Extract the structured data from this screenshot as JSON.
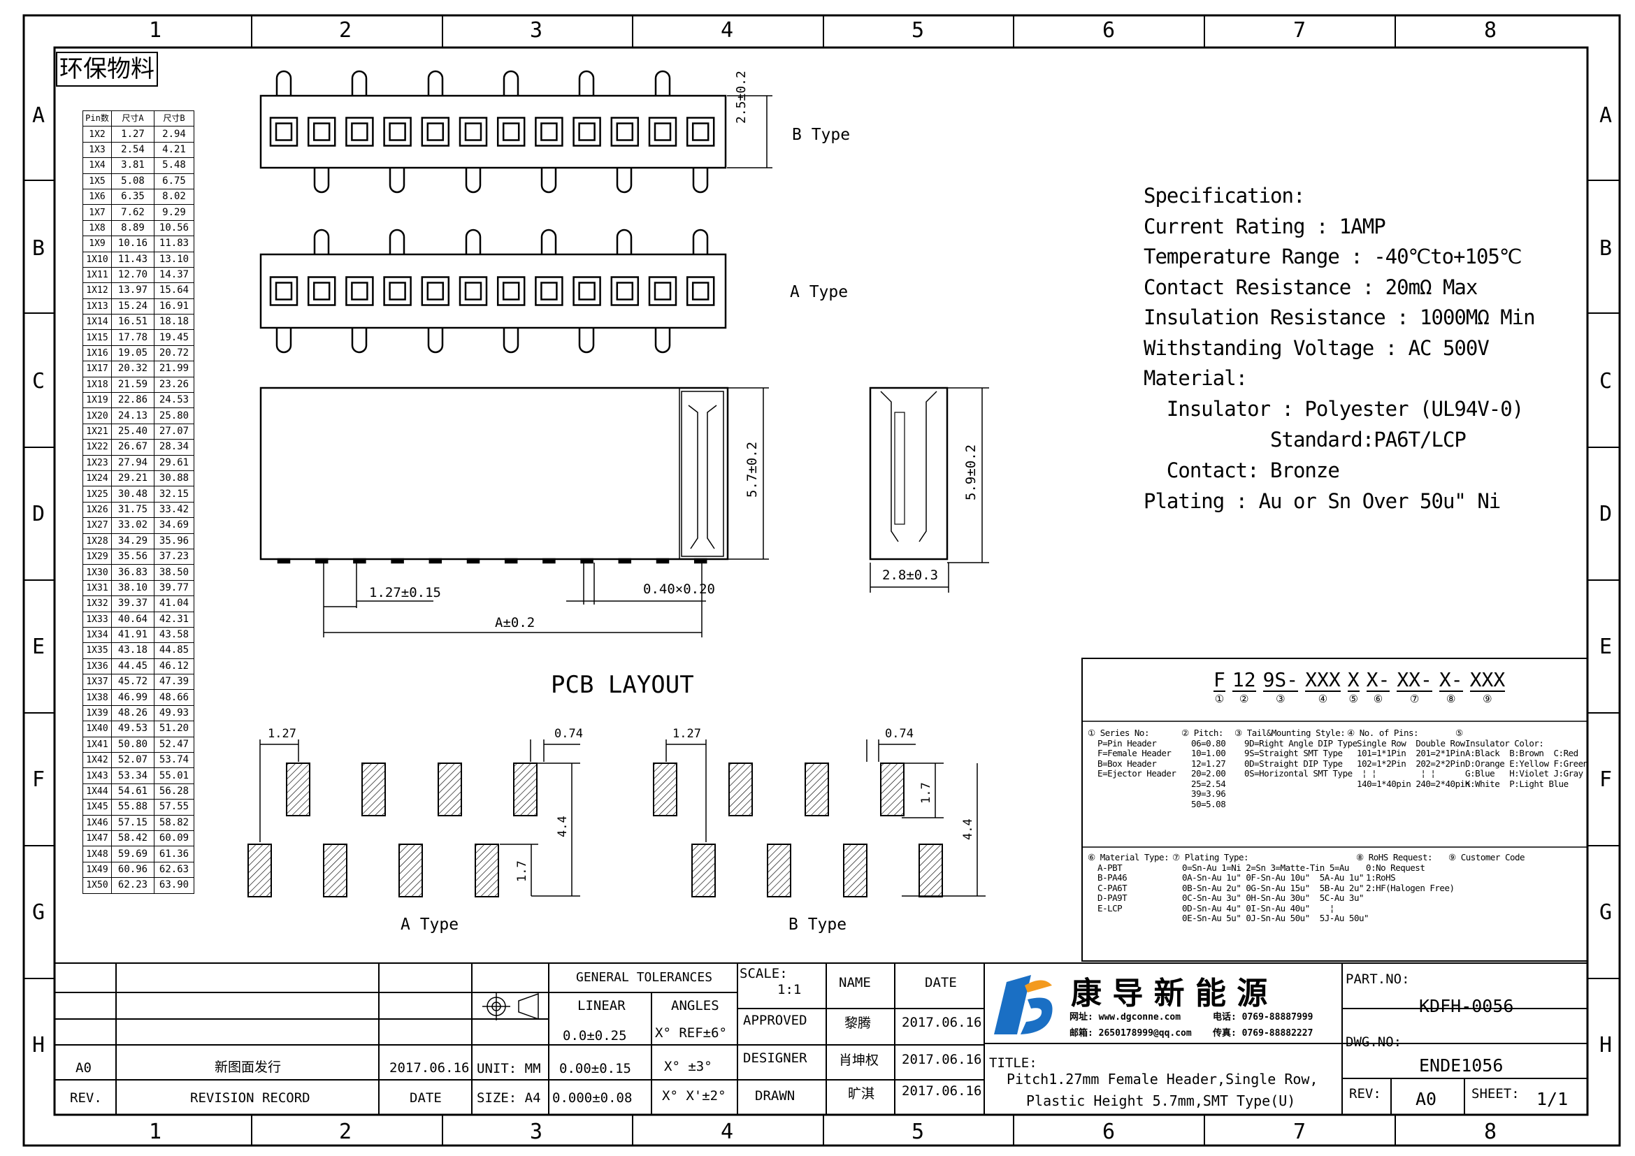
{
  "border": {
    "columns": [
      "1",
      "2",
      "3",
      "4",
      "5",
      "6",
      "7",
      "8"
    ],
    "rows": [
      "A",
      "B",
      "C",
      "D",
      "E",
      "F",
      "G",
      "H"
    ]
  },
  "eco_label": "环保物料",
  "pin_table": {
    "headers": [
      "Pin数",
      "尺寸A",
      "尺寸B"
    ],
    "rows": [
      [
        "1X2",
        "1.27",
        "2.94"
      ],
      [
        "1X3",
        "2.54",
        "4.21"
      ],
      [
        "1X4",
        "3.81",
        "5.48"
      ],
      [
        "1X5",
        "5.08",
        "6.75"
      ],
      [
        "1X6",
        "6.35",
        "8.02"
      ],
      [
        "1X7",
        "7.62",
        "9.29"
      ],
      [
        "1X8",
        "8.89",
        "10.56"
      ],
      [
        "1X9",
        "10.16",
        "11.83"
      ],
      [
        "1X10",
        "11.43",
        "13.10"
      ],
      [
        "1X11",
        "12.70",
        "14.37"
      ],
      [
        "1X12",
        "13.97",
        "15.64"
      ],
      [
        "1X13",
        "15.24",
        "16.91"
      ],
      [
        "1X14",
        "16.51",
        "18.18"
      ],
      [
        "1X15",
        "17.78",
        "19.45"
      ],
      [
        "1X16",
        "19.05",
        "20.72"
      ],
      [
        "1X17",
        "20.32",
        "21.99"
      ],
      [
        "1X18",
        "21.59",
        "23.26"
      ],
      [
        "1X19",
        "22.86",
        "24.53"
      ],
      [
        "1X20",
        "24.13",
        "25.80"
      ],
      [
        "1X21",
        "25.40",
        "27.07"
      ],
      [
        "1X22",
        "26.67",
        "28.34"
      ],
      [
        "1X23",
        "27.94",
        "29.61"
      ],
      [
        "1X24",
        "29.21",
        "30.88"
      ],
      [
        "1X25",
        "30.48",
        "32.15"
      ],
      [
        "1X26",
        "31.75",
        "33.42"
      ],
      [
        "1X27",
        "33.02",
        "34.69"
      ],
      [
        "1X28",
        "34.29",
        "35.96"
      ],
      [
        "1X29",
        "35.56",
        "37.23"
      ],
      [
        "1X30",
        "36.83",
        "38.50"
      ],
      [
        "1X31",
        "38.10",
        "39.77"
      ],
      [
        "1X32",
        "39.37",
        "41.04"
      ],
      [
        "1X33",
        "40.64",
        "42.31"
      ],
      [
        "1X34",
        "41.91",
        "43.58"
      ],
      [
        "1X35",
        "43.18",
        "44.85"
      ],
      [
        "1X36",
        "44.45",
        "46.12"
      ],
      [
        "1X37",
        "45.72",
        "47.39"
      ],
      [
        "1X38",
        "46.99",
        "48.66"
      ],
      [
        "1X39",
        "48.26",
        "49.93"
      ],
      [
        "1X40",
        "49.53",
        "51.20"
      ],
      [
        "1X41",
        "50.80",
        "52.47"
      ],
      [
        "1X42",
        "52.07",
        "53.74"
      ],
      [
        "1X43",
        "53.34",
        "55.01"
      ],
      [
        "1X44",
        "54.61",
        "56.28"
      ],
      [
        "1X45",
        "55.88",
        "57.55"
      ],
      [
        "1X46",
        "57.15",
        "58.82"
      ],
      [
        "1X47",
        "58.42",
        "60.09"
      ],
      [
        "1X48",
        "59.69",
        "61.36"
      ],
      [
        "1X49",
        "60.96",
        "62.63"
      ],
      [
        "1X50",
        "62.23",
        "63.90"
      ]
    ]
  },
  "drawing": {
    "b_type": "B Type",
    "a_type": "A Type",
    "dim_25": "2.5±0.2",
    "dim_57": "5.7±0.2",
    "dim_59": "5.9±0.2",
    "dim_28": "2.8±0.3",
    "dim_pitch": "1.27±0.15",
    "dim_pin": "0.40×0.20",
    "dim_a": "A±0.2",
    "pcb_title": "PCB LAYOUT",
    "pcb_127": "1.27",
    "pcb_074": "0.74",
    "pcb_44": "4.4",
    "pcb_17": "1.7",
    "pcb_a_type": "A Type",
    "pcb_b_type": "B Type"
  },
  "spec": {
    "lines": [
      "Specification:",
      "Current Rating : 1AMP",
      "Temperature Range : -40℃to+105℃",
      "Contact Resistance : 20mΩ Max",
      "Insulation Resistance : 1000MΩ Min",
      "Withstanding Voltage : AC 500V",
      "Material:",
      "  Insulator : Polyester (UL94V-0)",
      "           Standard:PA6T/LCP",
      "  Contact: Bronze",
      "Plating : Au or Sn Over 50u\" Ni"
    ]
  },
  "part_code": {
    "segments": [
      "F",
      "12",
      "9S-",
      "XXX",
      "X",
      "X-",
      "XX-",
      "X-",
      "XXX"
    ],
    "circles": [
      "①",
      "②",
      "③",
      "④",
      "⑤",
      "⑥",
      "⑦",
      "⑧",
      "⑨"
    ],
    "col1": "① Series No:\n  P=Pin Header\n  F=Female Header\n  B=Box Header\n  E=Ejector Header",
    "col2": "② Pitch:\n  06=0.80\n  10=1.00\n  12=1.27\n  20=2.00\n  25=2.54\n  39=3.96\n  50=5.08",
    "col3": "③ Tail&Mounting Style:\n  9D=Right Angle DIP Type\n  9S=Straight SMT Type\n  0D=Straight DIP Type\n  0S=Horizontal SMT Type",
    "col4": "④ No. of Pins:\n  Single Row  Double Row\n  101=1*1Pin  201=2*1Pin\n  102=1*2Pin  202=2*2Pin\n   ¦ ¦         ¦ ¦\n  140=1*40pin 240=2*40pin",
    "col5": "⑤\n  Insulator Color:\n  A:Black  B:Brown  C:Red\n  D:Orange E:Yellow F:Green\n  G:Blue   H:Violet J:Gray\n  K:White  P:Light Blue",
    "col6": "⑥ Material Type:\n  A-PBT\n  B-PA46\n  C-PA6T\n  D-PA9T\n  E-LCP",
    "col7": "⑦ Plating Type:\n  0=Sn-Au 1=Ni 2=Sn 3=Matte-Tin 5=Au\n  0A-Sn-Au 1u\" 0F-Sn-Au 10u\"  5A-Au 1u\"\n  0B-Sn-Au 2u\" 0G-Sn-Au 15u\"  5B-Au 2u\"\n  0C-Sn-Au 3u\" 0H-Sn-Au 30u\"  5C-Au 3u\"\n  0D-Sn-Au 4u\" 0I-Sn-Au 40u\"    ¦\n  0E-Sn-Au 5u\" 0J-Sn-Au 50u\"  5J-Au 50u\"",
    "col8": "⑧ RoHS Request:\n  0:No Request\n  1:RoHS\n  2:HF(Halogen Free)",
    "col9": "⑨ Customer Code"
  },
  "title_block": {
    "rev_a0": "A0",
    "rev_desc": "新图面发行",
    "rev_date": "2017.06.16",
    "rev_label": "REV.",
    "revision_record": "REVISION RECORD",
    "date_label": "DATE",
    "unit": "UNIT: MM",
    "size": "SIZE: A4",
    "general_tolerances": "GENERAL TOLERANCES",
    "linear": "LINEAR",
    "angles": "ANGLES",
    "tol1": "0.0±0.25",
    "tol2": "0.00±0.15",
    "tol3": "0.000±0.08",
    "ang1": "X° REF±6°",
    "ang2": "X° ±3°",
    "ang3": "X° X'±2°",
    "scale_label": "SCALE:",
    "scale_value": "1:1",
    "name_label": "NAME",
    "date_col": "DATE",
    "approved": "APPROVED",
    "designer": "DESIGNER",
    "drawn": "DRAWN",
    "approved_name": "黎腾",
    "designer_name": "肖坤权",
    "drawn_name": "旷淇",
    "approved_date": "2017.06.16",
    "designer_date": "2017.06.16",
    "drawn_date": "2017.06.16",
    "company": "康 导 新 能 源",
    "website": "网址: www.dgconne.com",
    "phone": "电话: 0769-88887999",
    "email": "邮箱: 2650178999@qq.com",
    "fax": "传真: 0769-88882227",
    "title_label": "TITLE:",
    "title_line1": "Pitch1.27mm Female Header,Single Row,",
    "title_line2": "Plastic Height 5.7mm,SMT Type(U)",
    "part_no_label": "PART.NO:",
    "part_no": "KDFH-0056",
    "dwg_no_label": "DWG.NO:",
    "dwg_no": "ENDE1056",
    "rev_label2": "REV:",
    "rev_value": "A0",
    "sheet_label": "SHEET:",
    "sheet_value": "1/1"
  },
  "colors": {
    "line": "#000000",
    "logo_blue": "#1a6fc4",
    "logo_orange": "#f39a1e"
  }
}
